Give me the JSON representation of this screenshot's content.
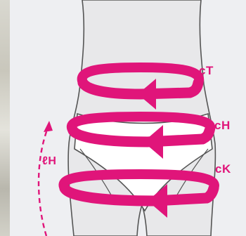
{
  "measurements": {
    "waist_label": "cT",
    "hip_label": "cH",
    "knee_label": "cK",
    "height_label": "ℓH"
  },
  "colors": {
    "accent": "#e0157a",
    "skin": "#e8e8ea",
    "outline": "#555555",
    "background": "#eeeff2"
  }
}
